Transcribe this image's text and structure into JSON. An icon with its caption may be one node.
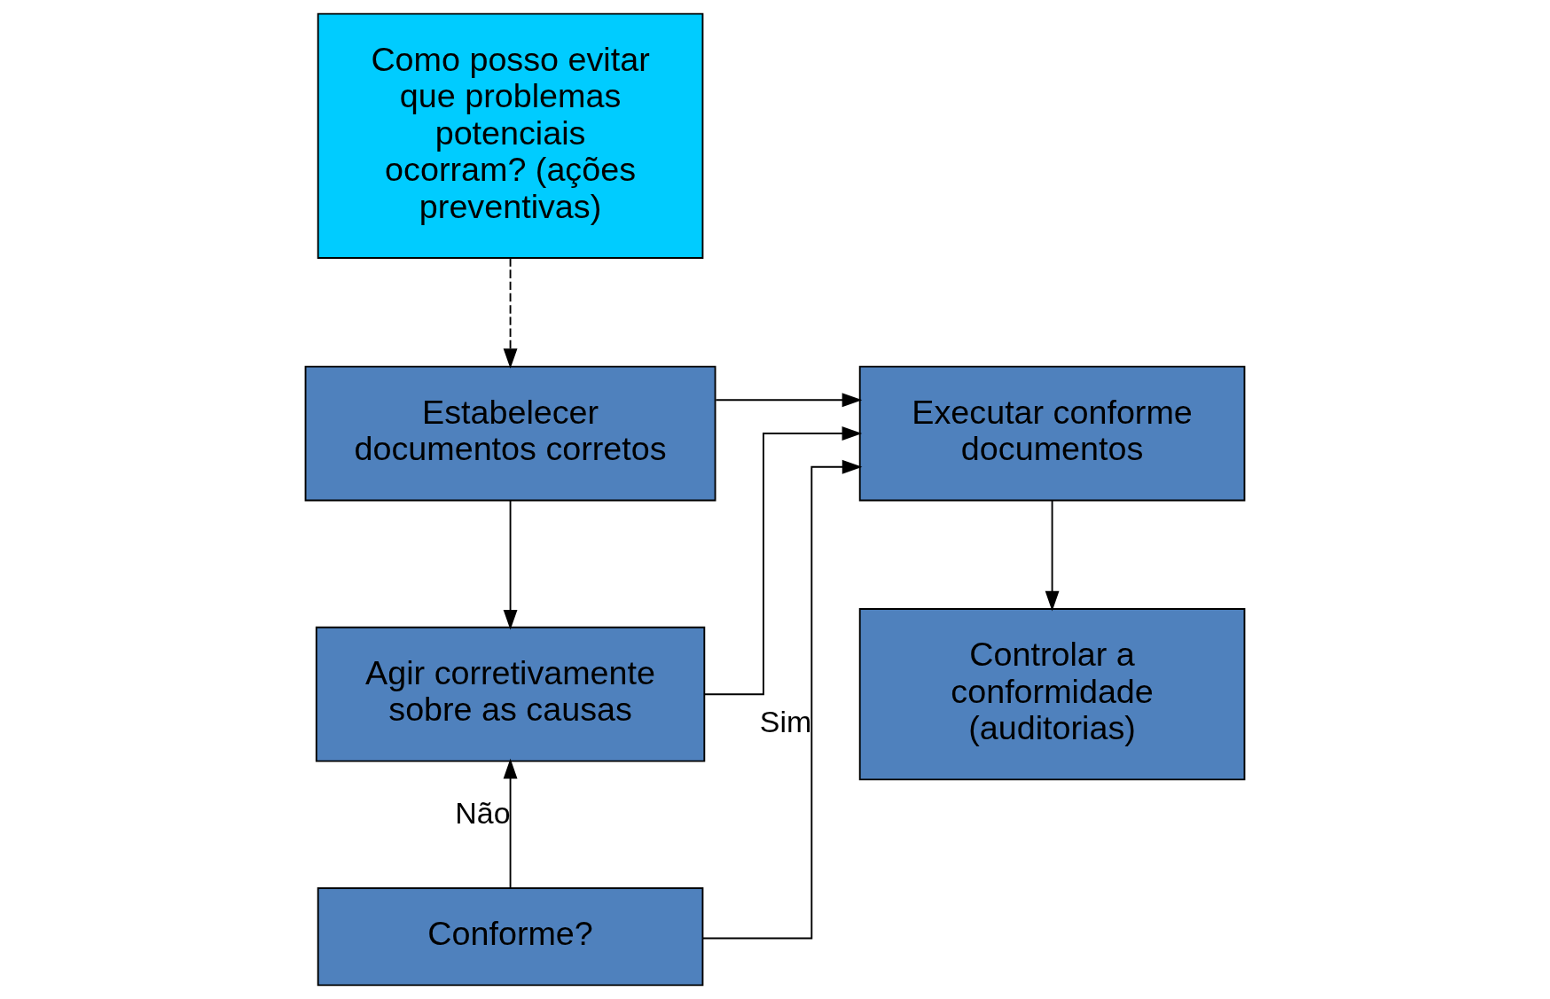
{
  "diagram": {
    "nodes": [
      {
        "text": [
          "Como posso evitar que problemas potenciais ocorram? (ações preventivas)"
        ]
      },
      {
        "text": [
          "Estabelecer documentos corretos"
        ]
      },
      {
        "text": [
          "Executar conforme documentos"
        ]
      },
      {
        "text": [
          "Agir corretivamente sobre as causas"
        ]
      },
      {
        "text": [
          "Controlar a conformidade (auditorias)"
        ]
      },
      {
        "text": [
          "Conforme?"
        ]
      }
    ],
    "edges": [
      {
        "from": 0,
        "to": 1,
        "arrow": "to",
        "style": "dashed"
      },
      {
        "from": 1,
        "to": 2,
        "arrow": "to"
      },
      {
        "from": 1,
        "to": 3,
        "arrow": "to"
      },
      {
        "from": 3,
        "to": 2,
        "arrow": "to"
      },
      {
        "from": 2,
        "to": 4,
        "arrow": "to"
      },
      {
        "from": 5,
        "to": 3,
        "arrow": "to",
        "label": "Não"
      },
      {
        "from": 5,
        "to": 2,
        "arrow": "to",
        "label": "Sim"
      }
    ]
  }
}
